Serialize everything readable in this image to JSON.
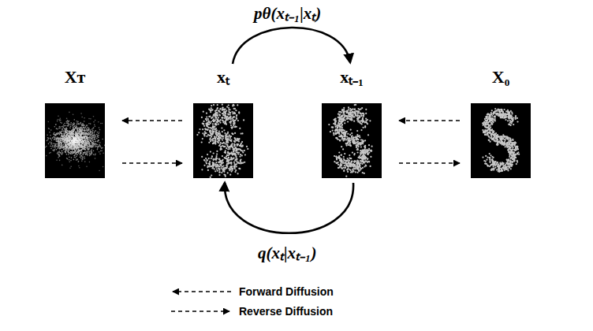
{
  "diagram": {
    "nodes": [
      {
        "text": [
          "Xᴛ"
        ]
      },
      {
        "text": [
          "xₜ"
        ]
      },
      {
        "text": [
          "xₜ₋₁"
        ]
      },
      {
        "text": [
          "X₀"
        ]
      }
    ],
    "edges": [
      {
        "from": 1,
        "to": 0,
        "arrow": "to"
      },
      {
        "from": 0,
        "to": 1,
        "arrow": "to"
      },
      {
        "from": 3,
        "to": 2,
        "arrow": "to"
      },
      {
        "from": 2,
        "to": 3,
        "arrow": "to"
      },
      {
        "from": 1,
        "to": 2,
        "label": "pθ(xₜ₋₁|xₜ)",
        "arrow": "to"
      },
      {
        "from": 2,
        "to": 1,
        "label": "q(xₜ|xₜ₋₁)",
        "arrow": "to"
      }
    ],
    "legend": [
      {
        "text": "Forward Diffusion"
      },
      {
        "text": "Reverse Diffusion"
      }
    ]
  }
}
